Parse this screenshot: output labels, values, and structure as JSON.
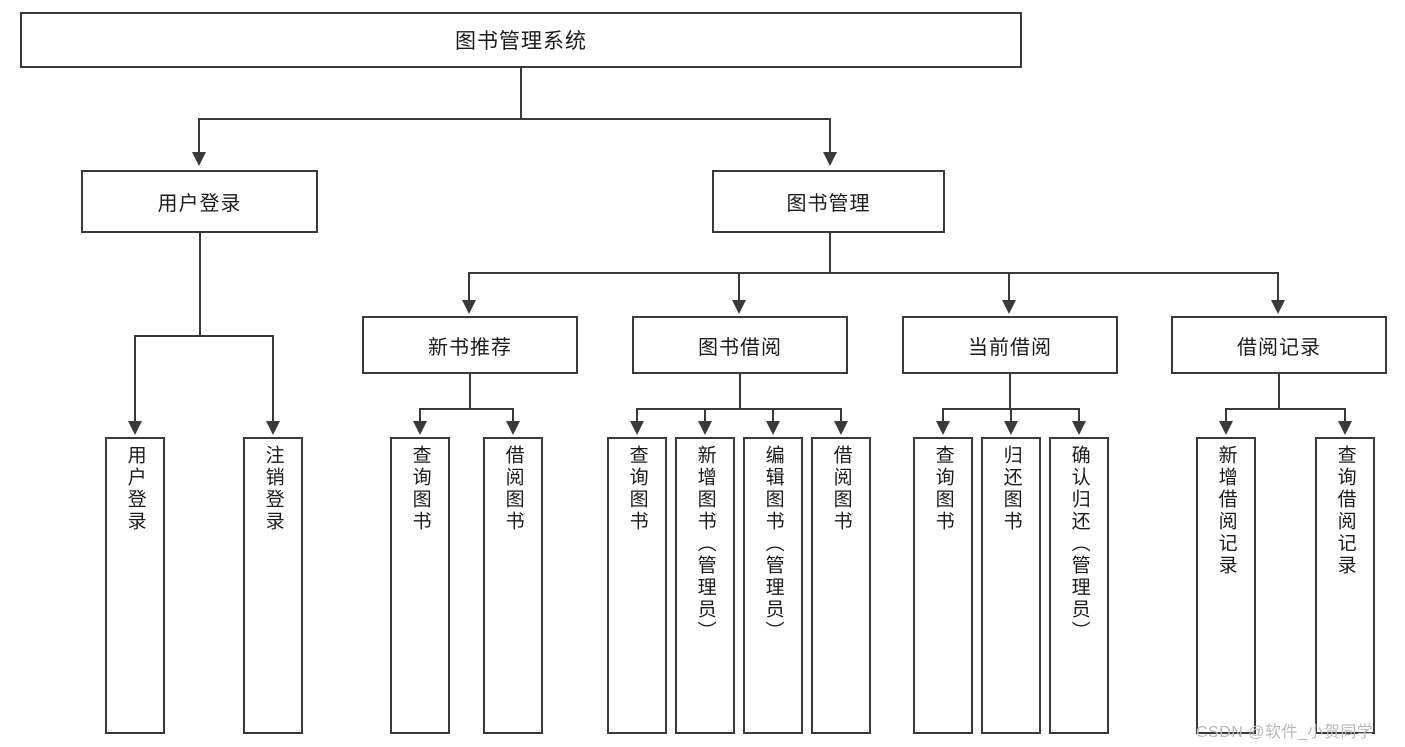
{
  "diagram": {
    "title": "图书管理系统",
    "type": "tree",
    "orientation": "top-down",
    "colors": {
      "box_border": "#3a3a3a",
      "box_fill": "#ffffff",
      "connector": "#3a3a3a",
      "text": "#1b1b1b",
      "watermark": "#b9b9b9",
      "background": "#ffffff"
    }
  },
  "nodes": {
    "root": {
      "label": "图书管理系统",
      "level": 1
    },
    "level2": [
      {
        "id": "user-login",
        "label": "用户登录",
        "level": 2
      },
      {
        "id": "book-management",
        "label": "图书管理",
        "level": 2
      }
    ],
    "level3": [
      {
        "id": "new-book-recommend",
        "label": "新书推荐",
        "level": 3,
        "parent": "book-management"
      },
      {
        "id": "book-borrow",
        "label": "图书借阅",
        "level": 3,
        "parent": "book-management"
      },
      {
        "id": "current-borrow",
        "label": "当前借阅",
        "level": 3,
        "parent": "book-management"
      },
      {
        "id": "borrow-record",
        "label": "借阅记录",
        "level": 3,
        "parent": "book-management"
      }
    ],
    "leaves": [
      {
        "id": "leaf-user-login",
        "label": "用户登录",
        "parent": "user-login"
      },
      {
        "id": "leaf-logout-login",
        "label": "注销登录",
        "parent": "user-login"
      },
      {
        "id": "leaf-query-book-1",
        "label": "查询图书",
        "parent": "new-book-recommend"
      },
      {
        "id": "leaf-borrow-book-1",
        "label": "借阅图书",
        "parent": "new-book-recommend"
      },
      {
        "id": "leaf-query-book-2",
        "label": "查询图书",
        "parent": "book-borrow"
      },
      {
        "id": "leaf-add-book",
        "label": "新增图书（管理员）",
        "parent": "book-borrow"
      },
      {
        "id": "leaf-edit-book",
        "label": "编辑图书（管理员）",
        "parent": "book-borrow"
      },
      {
        "id": "leaf-borrow-book-2",
        "label": "借阅图书",
        "parent": "book-borrow"
      },
      {
        "id": "leaf-query-book-3",
        "label": "查询图书",
        "parent": "current-borrow"
      },
      {
        "id": "leaf-return-book",
        "label": "归还图书",
        "parent": "current-borrow"
      },
      {
        "id": "leaf-confirm-return",
        "label": "确认归还（管理员）",
        "parent": "current-borrow"
      },
      {
        "id": "leaf-add-record",
        "label": "新增借阅记录",
        "parent": "borrow-record"
      },
      {
        "id": "leaf-query-record",
        "label": "查询借阅记录",
        "parent": "borrow-record"
      }
    ]
  },
  "watermark": {
    "text": "CSDN @软件_小贺同学"
  }
}
